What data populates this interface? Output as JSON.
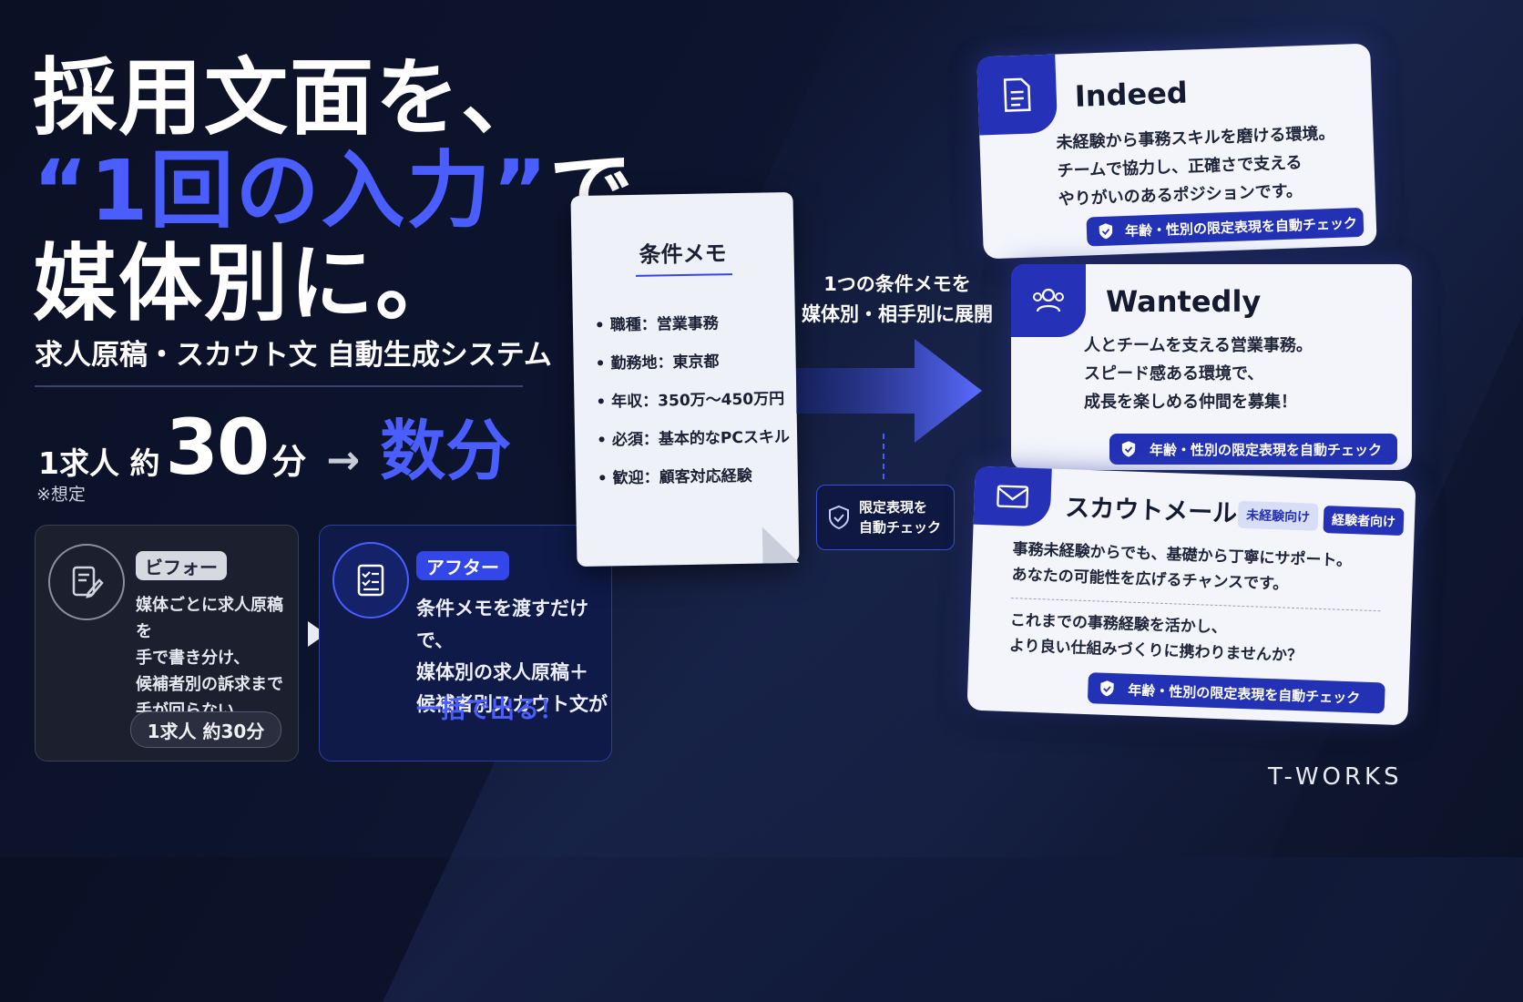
{
  "headline": {
    "line1": "採用文面を、",
    "line2_accent": "“1回の入力”",
    "line2_rest": "で",
    "line3": "媒体別に。"
  },
  "subtitle": "求人原稿・スカウト文 自動生成システム",
  "time": {
    "prefix": "1求人 約",
    "before_num": "30",
    "before_unit": "分",
    "arrow": "→",
    "after": "数分",
    "note": "※想定"
  },
  "before": {
    "badge": "ビフォー",
    "lines": [
      "媒体ごとに求人原稿を",
      "手で書き分け、",
      "候補者別の訴求まで",
      "手が回らない"
    ],
    "pill": "1求人 約30分"
  },
  "after": {
    "badge": "アフター",
    "lines": [
      "条件メモを渡すだけで、",
      "媒体別の求人原稿＋",
      "候補者別スカウト文が"
    ],
    "highlight": "一括で出る！"
  },
  "memo": {
    "title": "条件メモ",
    "items": [
      "職種：営業事務",
      "勤務地：東京都",
      "年収：350万〜450万円",
      "必須：基本的なPCスキル",
      "歓迎：顧客対応経験"
    ]
  },
  "flow": {
    "label_line1": "1つの条件メモを",
    "label_line2": "媒体別・相手別に展開",
    "check_line1": "限定表現を",
    "check_line2": "自動チェック"
  },
  "cards": {
    "indeed": {
      "title": "Indeed",
      "lines": [
        "未経験から事務スキルを磨ける環境。",
        "チームで協力し、正確さで支える",
        "やりがいのあるポジションです。"
      ],
      "check": "年齢・性別の限定表現を自動チェック"
    },
    "wantedly": {
      "title": "Wantedly",
      "lines": [
        "人とチームを支える営業事務。",
        "スピード感ある環境で、",
        "成長を楽しめる仲間を募集！"
      ],
      "check": "年齢・性別の限定表現を自動チェック"
    },
    "scout": {
      "title": "スカウトメール",
      "tag1": "未経験向け",
      "tag2": "経験者向け",
      "lines_a": [
        "事務未経験からでも、基礎から丁寧にサポート。",
        "あなたの可能性を広げるチャンスです。"
      ],
      "lines_b": [
        "これまでの事務経験を活かし、",
        "より良い仕組みづくりに携わりませんか？"
      ],
      "check": "年齢・性別の限定表現を自動チェック"
    }
  },
  "brand": "T-WORKS",
  "colors": {
    "accent": "#4a5dff",
    "navy_tab": "#2532b8",
    "background": "#0d1530"
  }
}
